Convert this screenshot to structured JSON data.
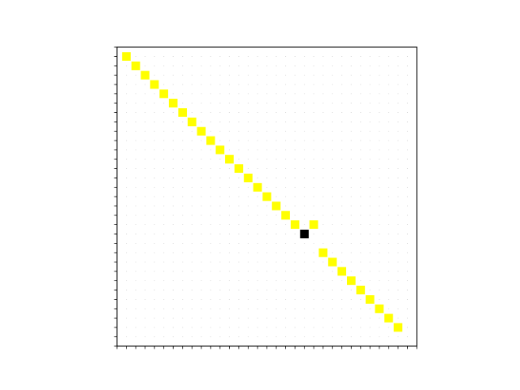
{
  "chart_data": {
    "type": "heatmap",
    "title": "",
    "xlabel": "",
    "ylabel": "",
    "grid": true,
    "grid_style": "dotted",
    "x_ticks_count": 32,
    "y_ticks_count": 32,
    "xlim": [
      0,
      32
    ],
    "ylim": [
      0,
      32
    ],
    "cells": [
      {
        "x": 1,
        "y": 1,
        "color": "#FFFF00"
      },
      {
        "x": 2,
        "y": 2,
        "color": "#FFFF00"
      },
      {
        "x": 3,
        "y": 3,
        "color": "#FFFF00"
      },
      {
        "x": 4,
        "y": 4,
        "color": "#FFFF00"
      },
      {
        "x": 5,
        "y": 5,
        "color": "#FFFF00"
      },
      {
        "x": 6,
        "y": 6,
        "color": "#FFFF00"
      },
      {
        "x": 7,
        "y": 7,
        "color": "#FFFF00"
      },
      {
        "x": 8,
        "y": 8,
        "color": "#FFFF00"
      },
      {
        "x": 9,
        "y": 9,
        "color": "#FFFF00"
      },
      {
        "x": 10,
        "y": 10,
        "color": "#FFFF00"
      },
      {
        "x": 11,
        "y": 11,
        "color": "#FFFF00"
      },
      {
        "x": 12,
        "y": 12,
        "color": "#FFFF00"
      },
      {
        "x": 13,
        "y": 13,
        "color": "#FFFF00"
      },
      {
        "x": 14,
        "y": 14,
        "color": "#FFFF00"
      },
      {
        "x": 15,
        "y": 15,
        "color": "#FFFF00"
      },
      {
        "x": 16,
        "y": 16,
        "color": "#FFFF00"
      },
      {
        "x": 17,
        "y": 17,
        "color": "#FFFF00"
      },
      {
        "x": 18,
        "y": 18,
        "color": "#FFFF00"
      },
      {
        "x": 19,
        "y": 19,
        "color": "#FFFF00"
      },
      {
        "x": 20,
        "y": 20,
        "color": "#000000"
      },
      {
        "x": 21,
        "y": 19,
        "color": "#FFFF00"
      },
      {
        "x": 22,
        "y": 22,
        "color": "#FFFF00"
      },
      {
        "x": 23,
        "y": 23,
        "color": "#FFFF00"
      },
      {
        "x": 24,
        "y": 24,
        "color": "#FFFF00"
      },
      {
        "x": 25,
        "y": 25,
        "color": "#FFFF00"
      },
      {
        "x": 26,
        "y": 26,
        "color": "#FFFF00"
      },
      {
        "x": 27,
        "y": 27,
        "color": "#FFFF00"
      },
      {
        "x": 28,
        "y": 28,
        "color": "#FFFF00"
      },
      {
        "x": 29,
        "y": 29,
        "color": "#FFFF00"
      },
      {
        "x": 30,
        "y": 30,
        "color": "#FFFF00"
      }
    ]
  },
  "colors": {
    "background": "#ffffff",
    "axis": "#000000",
    "grid_dot": "#d9d9d9",
    "highlight": "#FFFF00",
    "anomaly": "#000000"
  }
}
